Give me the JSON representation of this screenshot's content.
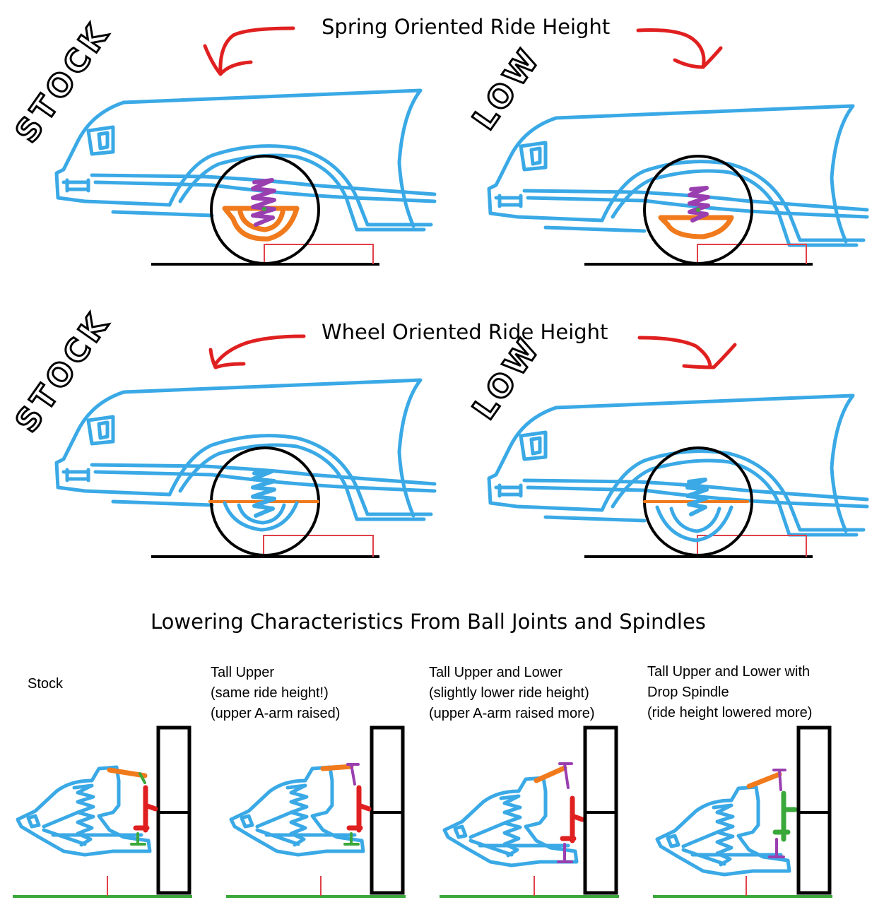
{
  "titles": {
    "spring": "Spring Oriented Ride Height",
    "wheel": "Wheel Oriented Ride Height",
    "lowering": "Lowering Characteristics From Ball Joints and Spindles"
  },
  "labels": {
    "stock": "STOCK",
    "low": "LOW"
  },
  "captions": [
    "Stock",
    "Tall Upper\n(same ride height!)\n(upper A-arm raised)",
    "Tall Upper and Lower\n(slightly lower ride height)\n(upper A-arm raised more)",
    "Tall Upper and Lower with\nDrop Spindle\n(ride height lowered more)"
  ],
  "colors": {
    "body": "#3aa9e6",
    "arrow": "#e02020",
    "spring": "#9a3fb0",
    "control_arm": "#f07a1c",
    "ride_height_marker": "#e0404a",
    "ground_green": "#3aa83a"
  }
}
